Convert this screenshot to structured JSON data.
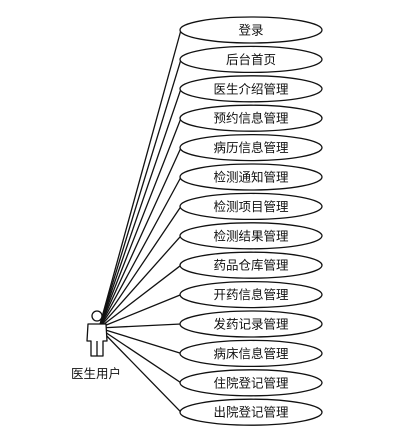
{
  "actor": {
    "name": "医生用户"
  },
  "use_cases": [
    "登录",
    "后台首页",
    "医生介绍管理",
    "预约信息管理",
    "病历信息管理",
    "检测通知管理",
    "检测项目管理",
    "检测结果管理",
    "药品仓库管理",
    "开药信息管理",
    "发药记录管理",
    "病床信息管理",
    "住院登记管理",
    "出院登记管理"
  ]
}
